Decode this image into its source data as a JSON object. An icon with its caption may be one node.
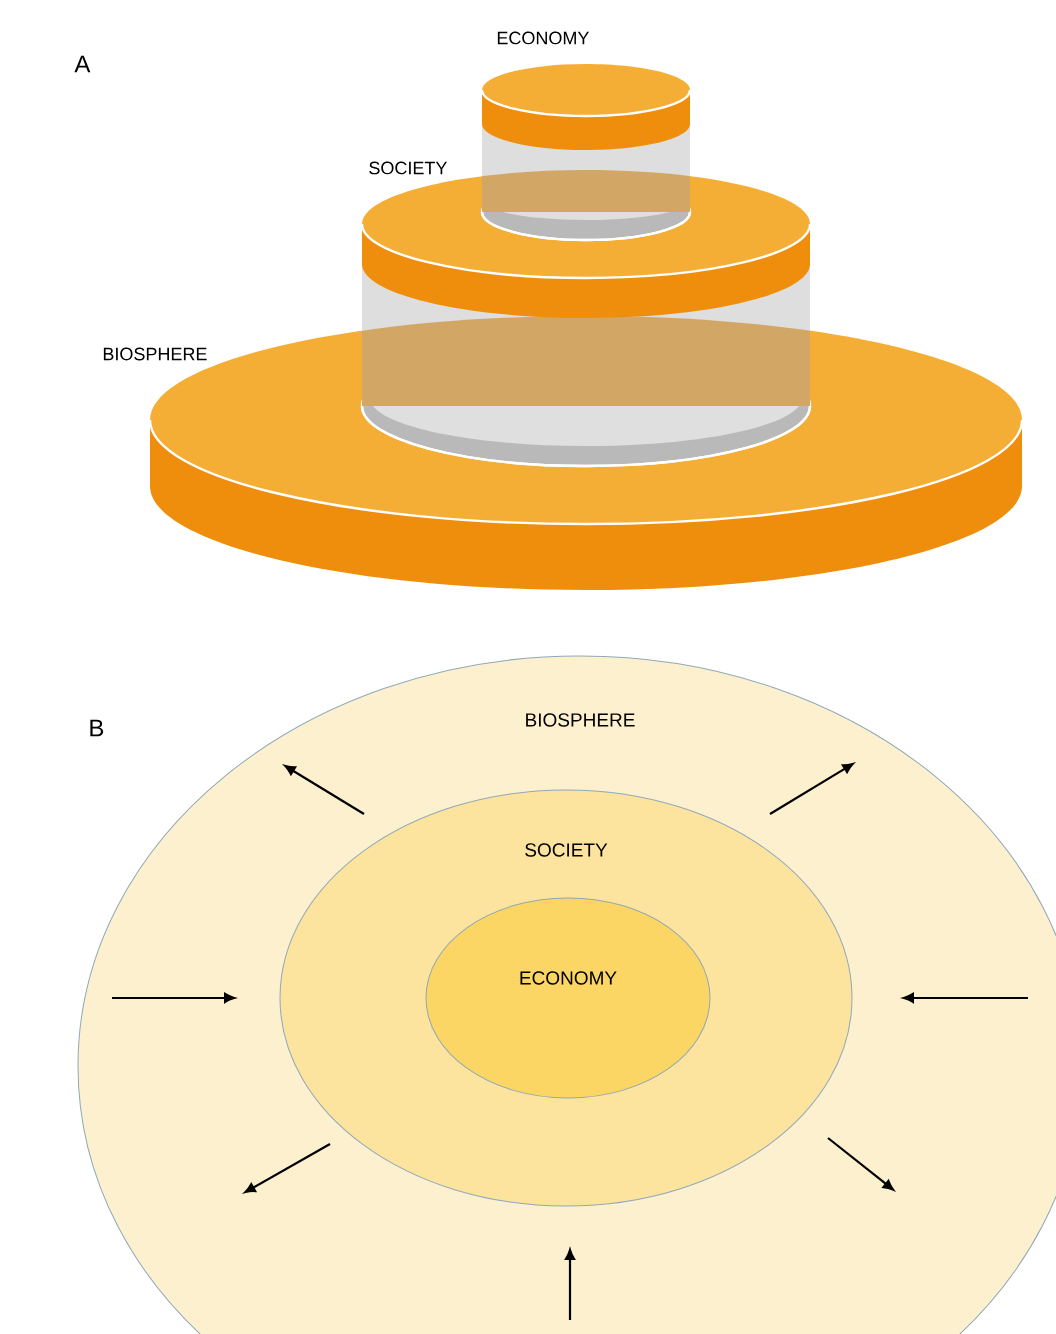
{
  "diagram": {
    "nodes": [
      {
        "text": [
          "ECONOMY"
        ]
      },
      {
        "text": [
          "SOCIETY"
        ]
      },
      {
        "text": [
          "BIOSPHERE"
        ]
      },
      {
        "text": [
          "BIOSPHERE"
        ]
      },
      {
        "text": [
          "SOCIETY"
        ],
        "in": 3
      },
      {
        "text": [
          "ECONOMY"
        ],
        "in": 4
      }
    ],
    "labels": [
      "A",
      "B"
    ]
  }
}
